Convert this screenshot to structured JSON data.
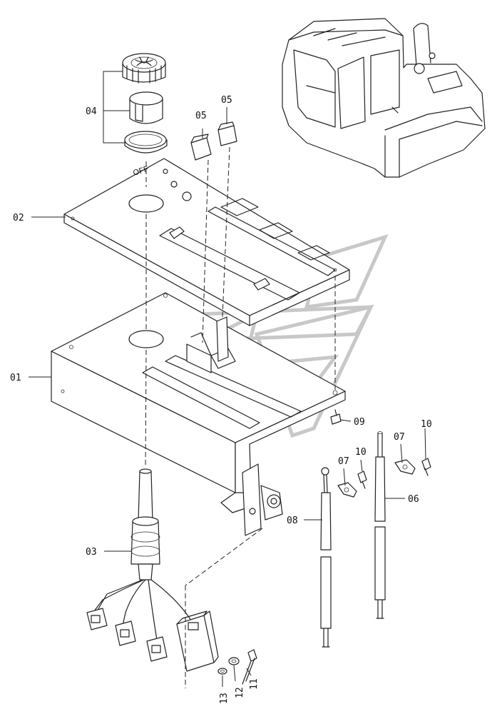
{
  "callouts": {
    "p01": "01",
    "p02": "02",
    "p03": "03",
    "p04": "04",
    "p05a": "05",
    "p05b": "05",
    "p06": "06",
    "p07a": "07",
    "p07b": "07",
    "p08": "08",
    "p09": "09",
    "p10a": "10",
    "p10b": "10",
    "p11": "11",
    "p12": "12",
    "p13": "13"
  },
  "panel_marking": "OFF",
  "colors": {
    "line": "#222222",
    "watermark": "#c8c8c8",
    "background": "#ffffff"
  }
}
